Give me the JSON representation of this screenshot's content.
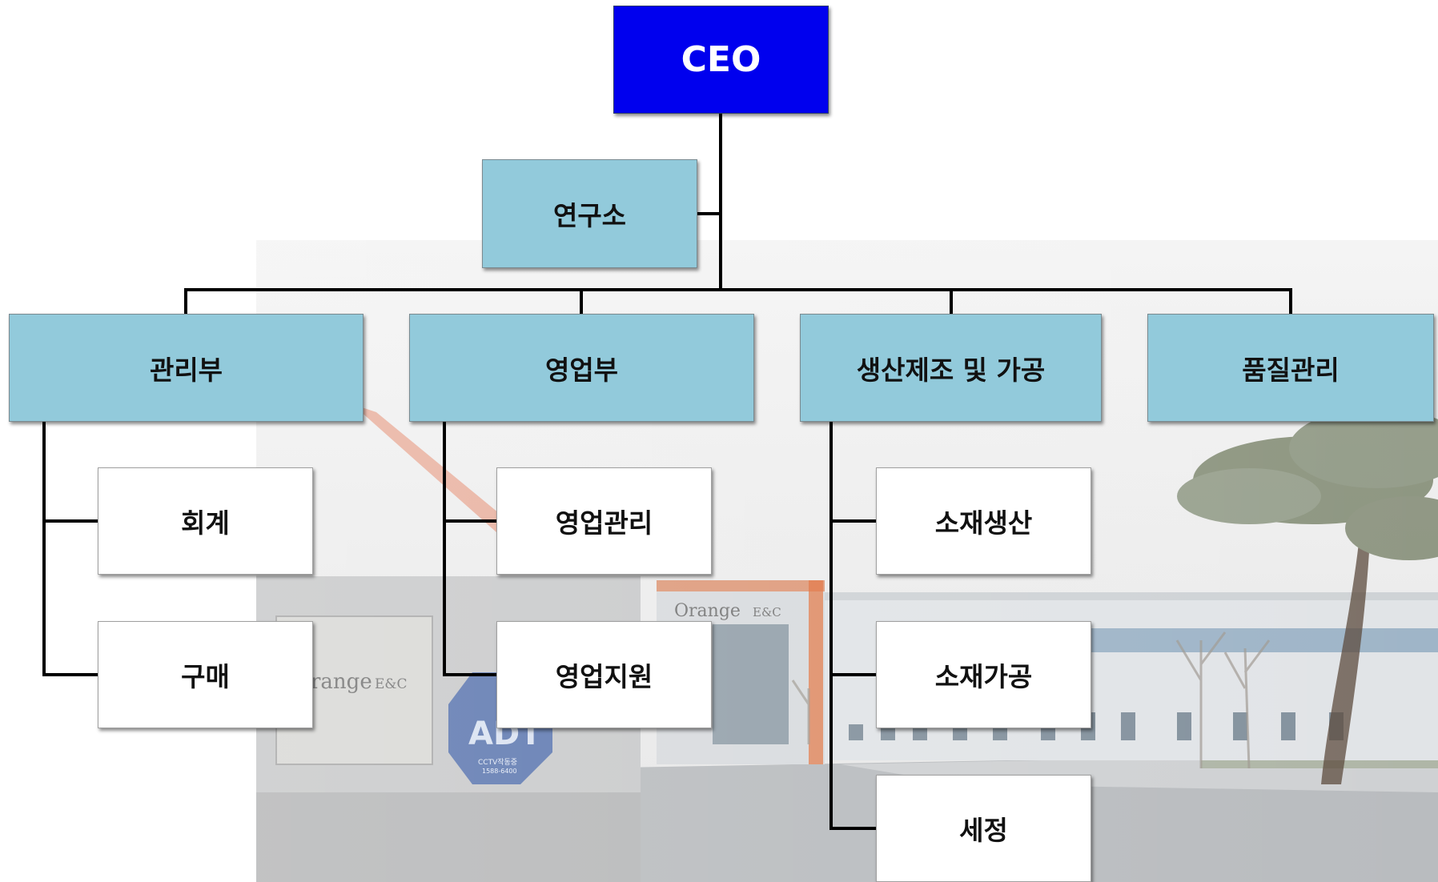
{
  "org": {
    "ceo": "CEO",
    "lab": "연구소",
    "departments": [
      {
        "name": "관리부",
        "subs": [
          "회계",
          "구매"
        ]
      },
      {
        "name": "영업부",
        "subs": [
          "영업관리",
          "영업지원"
        ]
      },
      {
        "name": "생산제조 및 가공",
        "subs": [
          "소재생산",
          "소재가공",
          "세정"
        ]
      },
      {
        "name": "품질관리",
        "subs": []
      }
    ]
  },
  "background_photo": {
    "signage": [
      "Orange E&C",
      "range E&C",
      "ADT",
      "CCTV작동중",
      "1588-6400"
    ]
  },
  "colors": {
    "ceo_fill": "#0000ee",
    "dept_fill": "#92cadb",
    "sub_fill": "#ffffff",
    "connector": "#000000"
  }
}
